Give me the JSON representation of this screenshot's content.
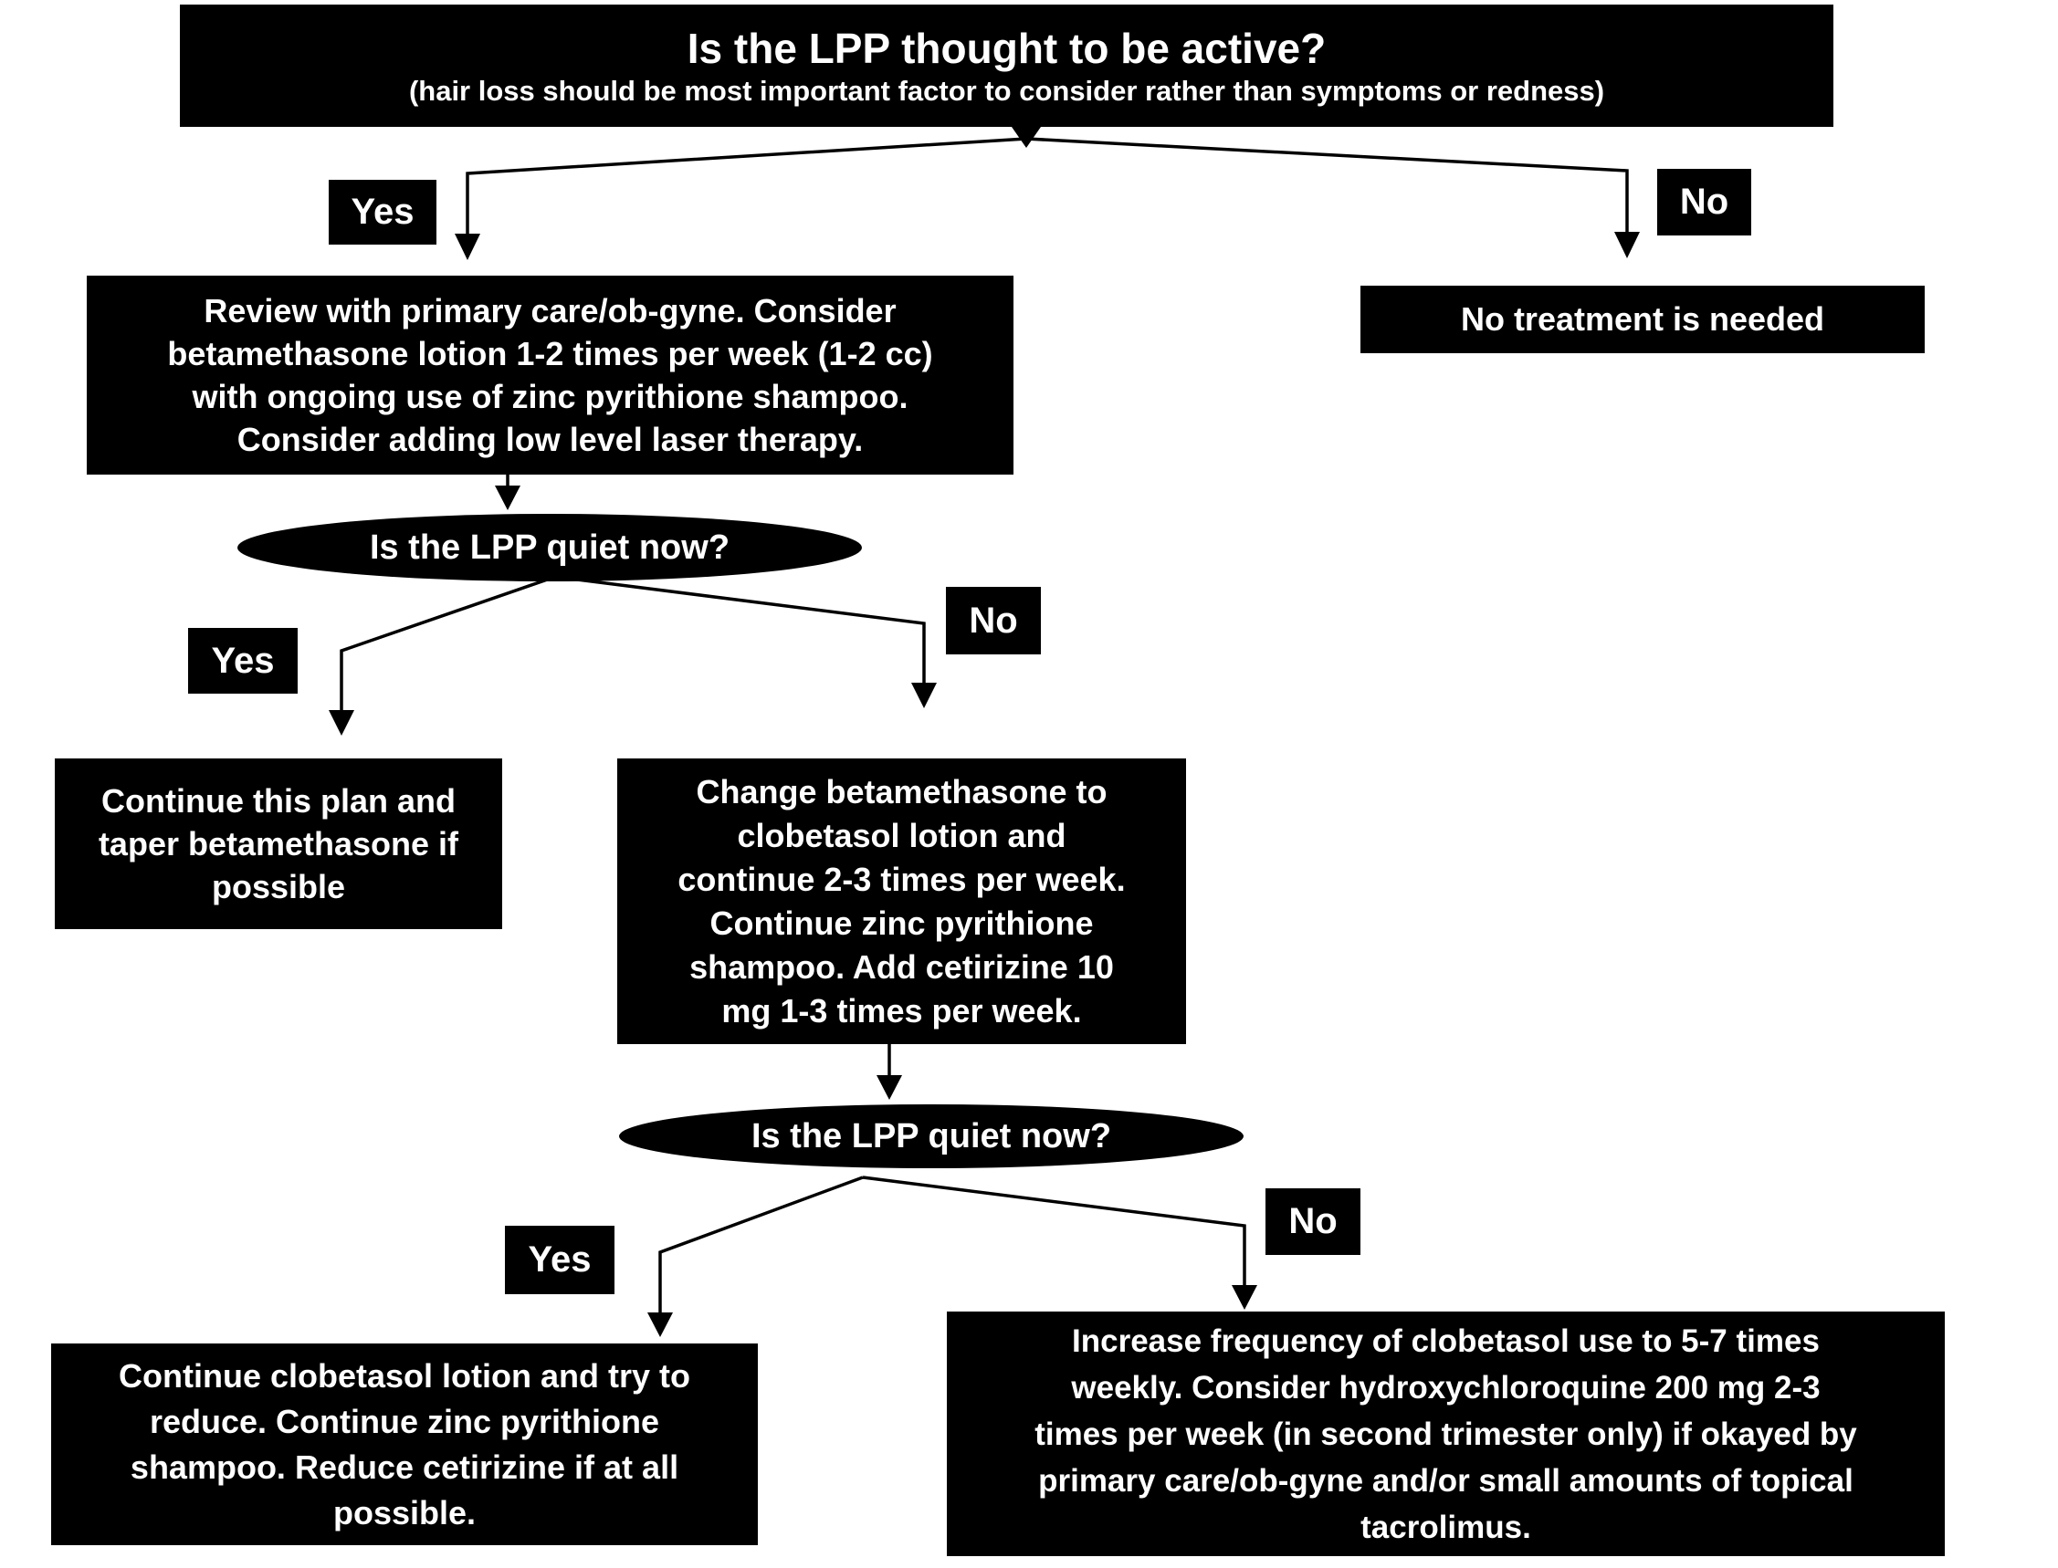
{
  "flowchart": {
    "title": {
      "line1": "Is the LPP thought to be active?",
      "line2": "(hair loss should be most important factor to consider rather than symptoms or redness)"
    },
    "decision1": {
      "yes_label": "Yes",
      "no_label": "No"
    },
    "review_box": "Review with primary care/ob-gyne. Consider\nbetamethasone lotion 1-2 times per week (1-2 cc)\nwith ongoing use of zinc pyrithione shampoo.\nConsider adding low level laser therapy.",
    "no_treatment_box": "No treatment is needed",
    "question2": "Is the LPP quiet now?",
    "decision2": {
      "yes_label": "Yes",
      "no_label": "No"
    },
    "continue_plan_box": "Continue this plan and\ntaper betamethasone if\npossible",
    "change_box": "Change betamethasone to\nclobetasol lotion and\ncontinue 2-3 times per week.\nContinue zinc pyrithione\nshampoo. Add cetirizine 10\nmg 1-3 times per week.",
    "question3": "Is the LPP quiet now?",
    "decision3": {
      "yes_label": "Yes",
      "no_label": "No"
    },
    "continue_clobetasol_box": "Continue clobetasol lotion and try to\nreduce. Continue zinc pyrithione\nshampoo. Reduce cetirizine if at all\npossible.",
    "increase_box": "Increase frequency of clobetasol use to 5-7 times\nweekly. Consider hydroxychloroquine 200 mg 2-3\ntimes per week (in second trimester only) if okayed by\nprimary care/ob-gyne and/or small amounts of topical\ntacrolimus.",
    "colors": {
      "node_background": "#000000",
      "node_text": "#ffffff",
      "connector": "#000000",
      "page_background": "#ffffff"
    }
  }
}
